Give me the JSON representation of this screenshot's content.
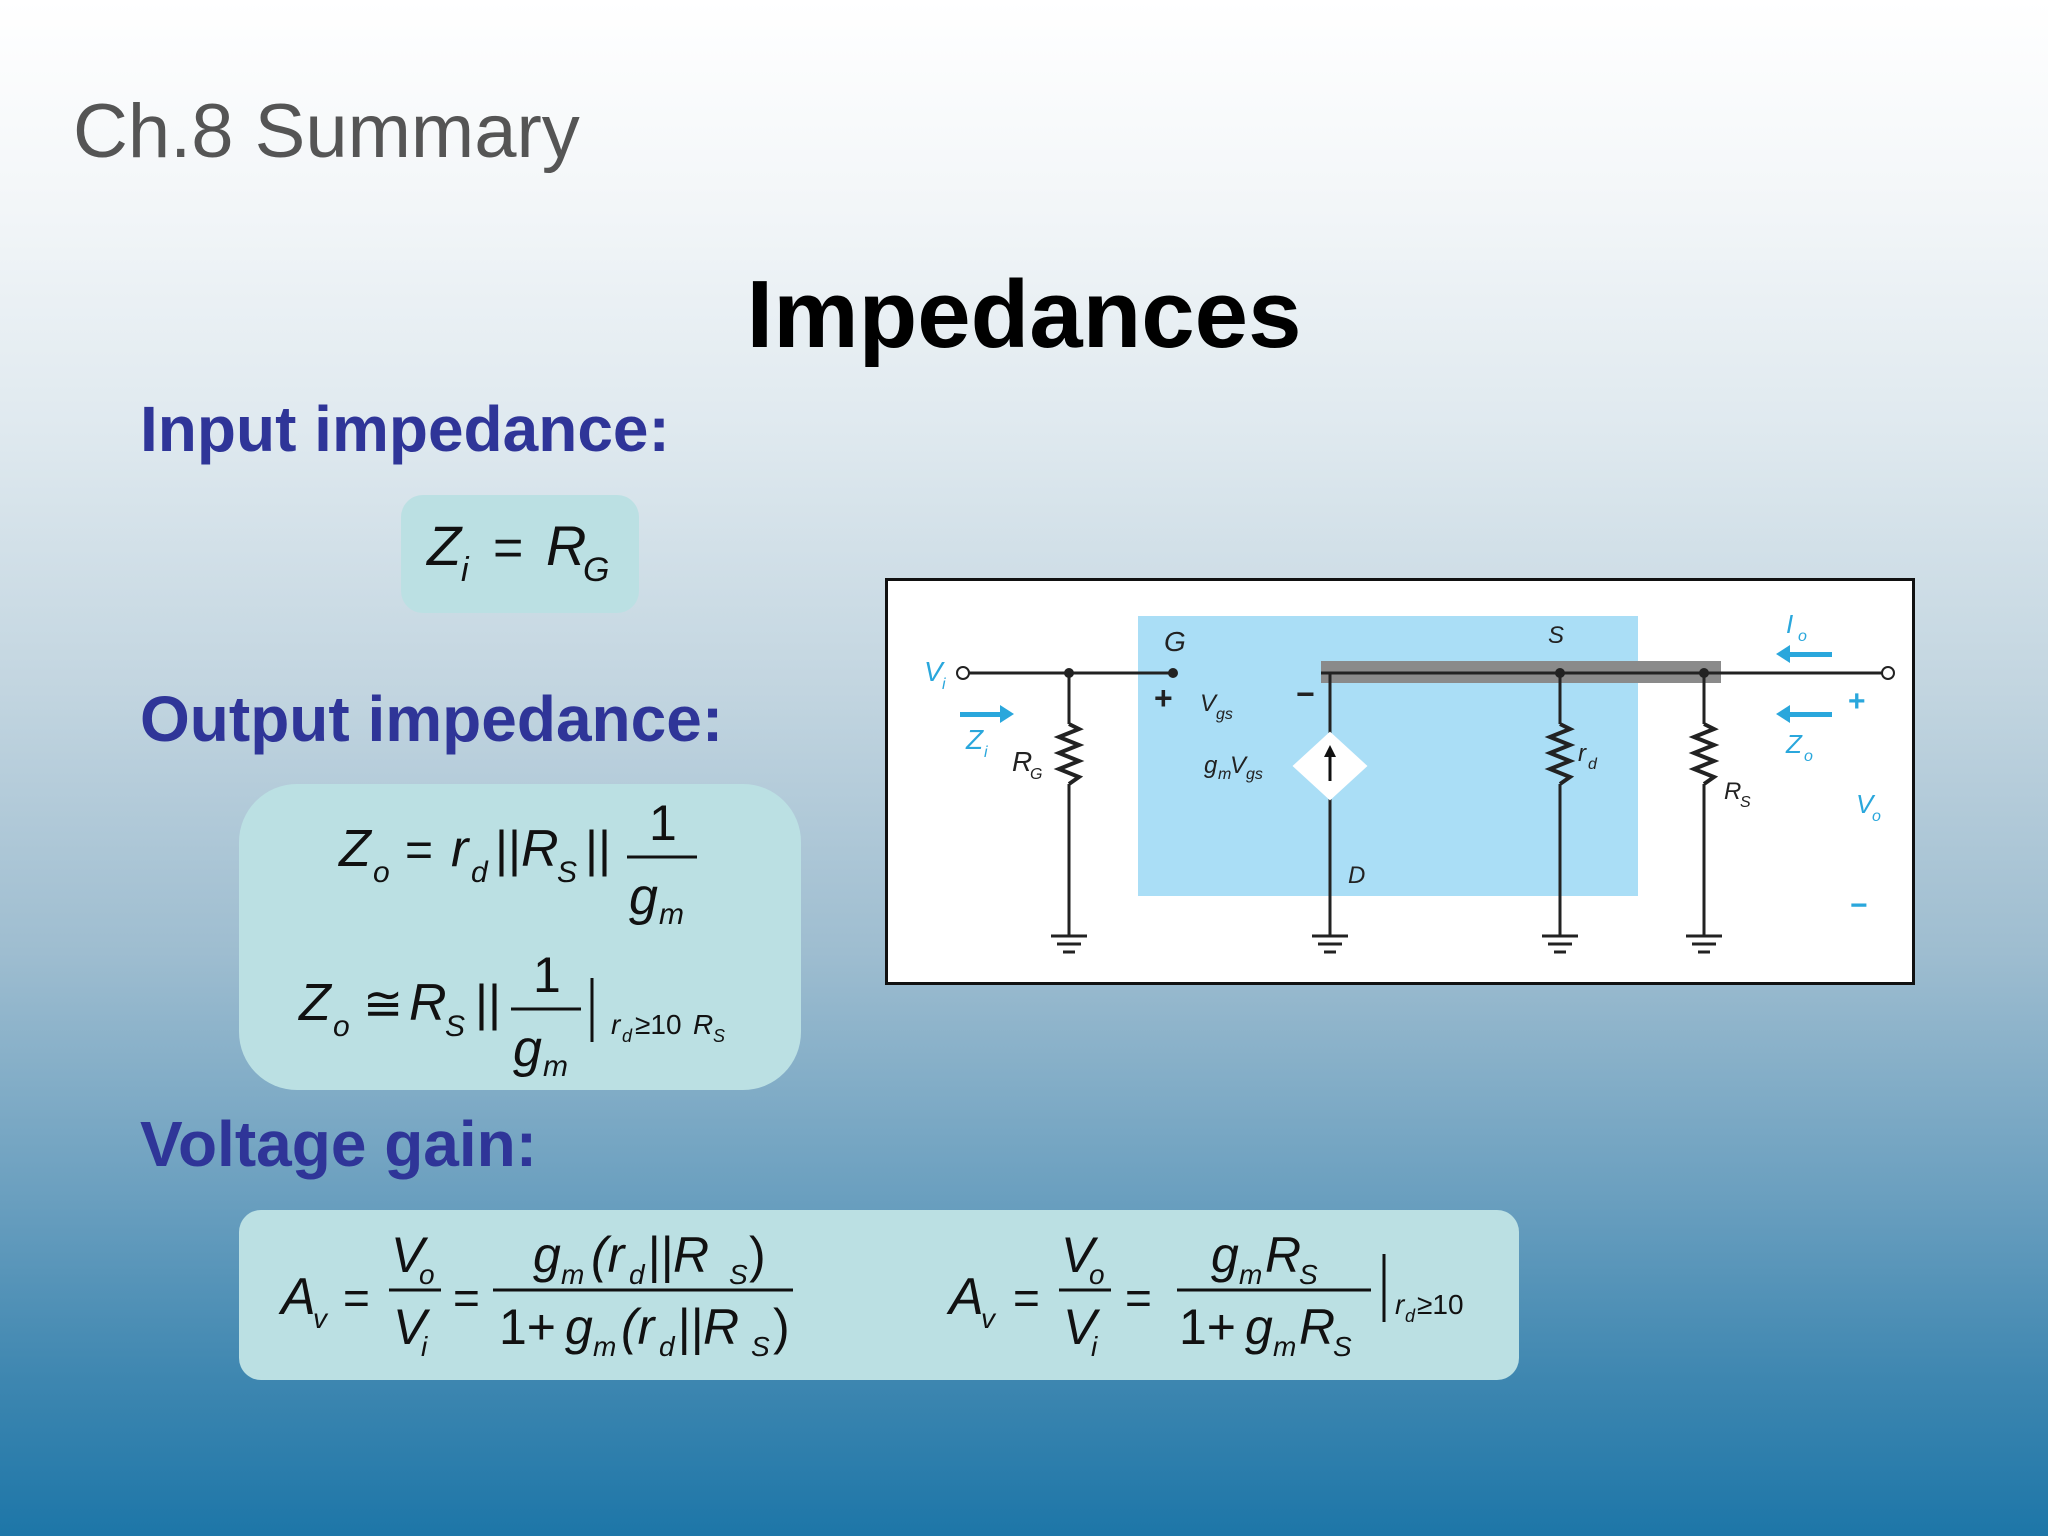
{
  "slide": {
    "chapter_title": "Ch.8 Summary",
    "title": "Impedances"
  },
  "sections": {
    "input": {
      "heading": "Input impedance:"
    },
    "output": {
      "heading": "Output impedance:"
    },
    "gain": {
      "heading": "Voltage gain:"
    }
  },
  "formulas": {
    "zi": {
      "lhs": "Z",
      "lhs_sub": "i",
      "op": "=",
      "rhs": "R",
      "rhs_sub": "G"
    },
    "zo_exact": {
      "lhs": "Z",
      "lhs_sub": "o",
      "op": "=",
      "rd": "r",
      "rd_sub": "d",
      "par": "||",
      "rs": "R",
      "rs_sub": "S",
      "num": "1",
      "den": "g",
      "den_sub": "m"
    },
    "zo_approx": {
      "lhs": "Z",
      "lhs_sub": "o",
      "op": "≅",
      "rs": "R",
      "rs_sub": "S",
      "par": "||",
      "num": "1",
      "den": "g",
      "den_sub": "m",
      "cond": "r",
      "cond_sub": "d",
      "cond_rest": "≥10",
      "cond_r": "R",
      "cond_r_sub": "S"
    },
    "av_exact": {
      "lhs": "A",
      "lhs_sub": "v",
      "op": "=",
      "vo": "V",
      "vo_sub": "o",
      "vi": "V",
      "vi_sub": "i",
      "num": "g",
      "num_sub": "m",
      "num_paren": "(r",
      "num_rd_sub": "d",
      "num_par": "||R",
      "num_rs_sub": "S",
      "close": ")",
      "den_one": "1+",
      "den_g": "g",
      "den_g_sub": "m",
      "den_paren": "(r",
      "den_rd_sub": "d",
      "den_par": "||R",
      "den_rs_sub": "S",
      "den_close": ")"
    },
    "av_approx": {
      "lhs": "A",
      "lhs_sub": "v",
      "op": "=",
      "vo": "V",
      "vo_sub": "o",
      "vi": "V",
      "vi_sub": "i",
      "num_g": "g",
      "num_g_sub": "m",
      "num_r": "R",
      "num_r_sub": "S",
      "den_one": "1+",
      "den_g": "g",
      "den_g_sub": "m",
      "den_r": "R",
      "den_r_sub": "S",
      "cond": "r",
      "cond_sub": "d",
      "cond_rest": "≥10"
    }
  },
  "circuit": {
    "vi": "V",
    "vi_sub": "i",
    "zi": "Z",
    "zi_sub": "i",
    "rg": "R",
    "rg_sub": "G",
    "g": "G",
    "plus": "+",
    "minus": "−",
    "vgs": "V",
    "vgs_sub": "gs",
    "gm": "g",
    "gm_sub": "m",
    "gm_v": "V",
    "gm_v_sub": "gs",
    "s": "S",
    "d": "D",
    "rd": "r",
    "rd_sub": "d",
    "rs": "R",
    "rs_sub": "S",
    "io": "I",
    "io_sub": "o",
    "zo": "Z",
    "zo_sub": "o",
    "out_plus": "+",
    "out_minus": "−",
    "vo": "V",
    "vo_sub": "o",
    "colors": {
      "shade": "#aadef6",
      "arrow": "#2aa7dc",
      "wire": "#222222",
      "bar": "#8a8a8a"
    }
  }
}
